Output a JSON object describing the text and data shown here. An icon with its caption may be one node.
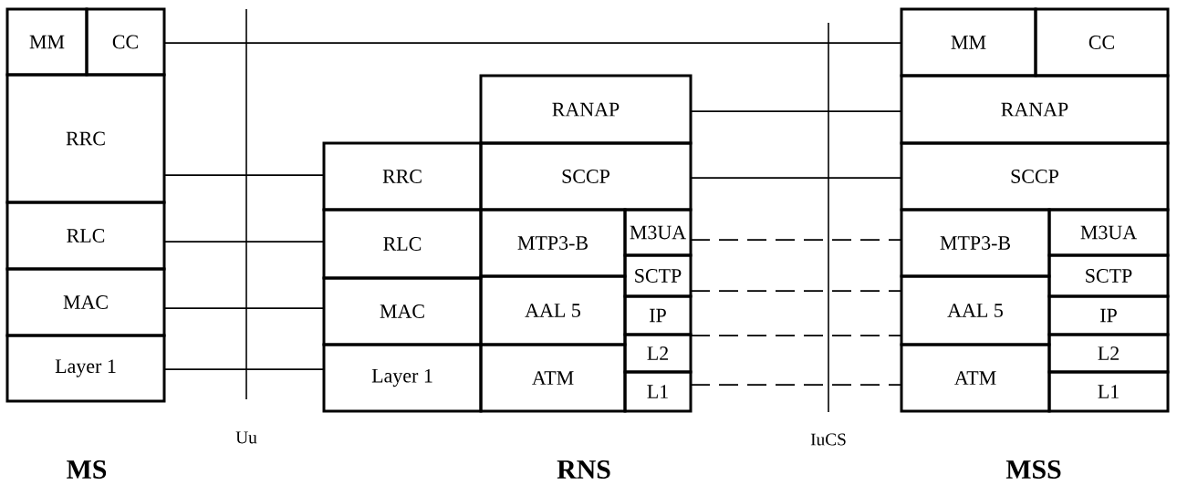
{
  "diagram": {
    "nodes": [
      {
        "text": [
          "MM"
        ]
      },
      {
        "text": [
          "CC"
        ]
      },
      {
        "text": [
          "RRC"
        ]
      },
      {
        "text": [
          "RLC"
        ]
      },
      {
        "text": [
          "MAC"
        ]
      },
      {
        "text": [
          "Layer 1"
        ]
      },
      {
        "text": [
          "RANAP"
        ]
      },
      {
        "text": [
          "RRC"
        ]
      },
      {
        "text": [
          "SCCP"
        ]
      },
      {
        "text": [
          "RLC"
        ]
      },
      {
        "text": [
          "MTP3-B"
        ]
      },
      {
        "text": [
          "M3UA"
        ]
      },
      {
        "text": [
          "SCTP"
        ]
      },
      {
        "text": [
          "MAC"
        ]
      },
      {
        "text": [
          "AAL 5"
        ]
      },
      {
        "text": [
          "IP"
        ]
      },
      {
        "text": [
          "L2"
        ]
      },
      {
        "text": [
          "Layer 1"
        ]
      },
      {
        "text": [
          "ATM"
        ]
      },
      {
        "text": [
          "L1"
        ]
      },
      {
        "text": [
          "MM"
        ]
      },
      {
        "text": [
          "CC"
        ]
      },
      {
        "text": [
          "RANAP"
        ]
      },
      {
        "text": [
          "SCCP"
        ]
      },
      {
        "text": [
          "MTP3-B"
        ]
      },
      {
        "text": [
          "M3UA"
        ]
      },
      {
        "text": [
          "SCTP"
        ]
      },
      {
        "text": [
          "AAL 5"
        ]
      },
      {
        "text": [
          "IP"
        ]
      },
      {
        "text": [
          "L2"
        ]
      },
      {
        "text": [
          "ATM"
        ]
      },
      {
        "text": [
          "L1"
        ]
      }
    ],
    "edges": [
      {
        "from": 1,
        "to": 20,
        "arrow": "none"
      },
      {
        "from": 2,
        "to": 7,
        "arrow": "none"
      },
      {
        "from": 3,
        "to": 9,
        "arrow": "none"
      },
      {
        "from": 4,
        "to": 13,
        "arrow": "none"
      },
      {
        "from": 5,
        "to": 17,
        "arrow": "none"
      },
      {
        "from": 6,
        "to": 22,
        "arrow": "none"
      },
      {
        "from": 8,
        "to": 23,
        "arrow": "none"
      },
      {
        "from": 11,
        "to": 24,
        "arrow": "none",
        "style": "dashed"
      },
      {
        "from": 12,
        "to": 27,
        "arrow": "none",
        "style": "dashed"
      },
      {
        "from": 15,
        "to": 27,
        "arrow": "none",
        "style": "dashed"
      },
      {
        "from": 19,
        "to": 30,
        "arrow": "none",
        "style": "dashed"
      }
    ],
    "labels": [
      "Uu",
      "IuCS",
      "MS",
      "RNS",
      "MSS"
    ]
  }
}
